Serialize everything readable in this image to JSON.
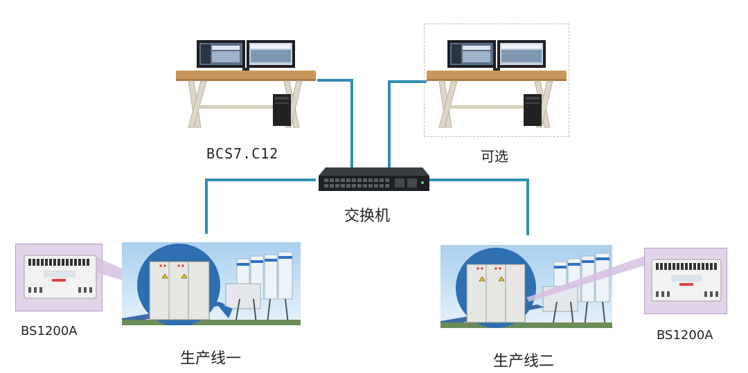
{
  "nodes": {
    "main_workstation": {
      "label": "BCS7.C12"
    },
    "optional_workstation": {
      "label": "可选"
    },
    "switch": {
      "label": "交换机"
    },
    "line_one": {
      "label": "生产线一"
    },
    "line_two": {
      "label": "生产线二"
    },
    "controller_left": {
      "label": "BS1200A"
    },
    "controller_right": {
      "label": "BS1200A"
    }
  },
  "colors": {
    "connection_line": "#2f8fb3",
    "desk_top": "#c9975a",
    "controller_frame": "#e2d4ea",
    "silo": "#e8eef3",
    "sky": "#cfe4f5",
    "cabinet_circle": "#2d6fb0"
  },
  "icons": {
    "workstation": "desk-with-dual-monitors-icon",
    "switch": "network-switch-icon",
    "plant": "concrete-batching-plant-icon",
    "controller": "controller-module-icon"
  }
}
